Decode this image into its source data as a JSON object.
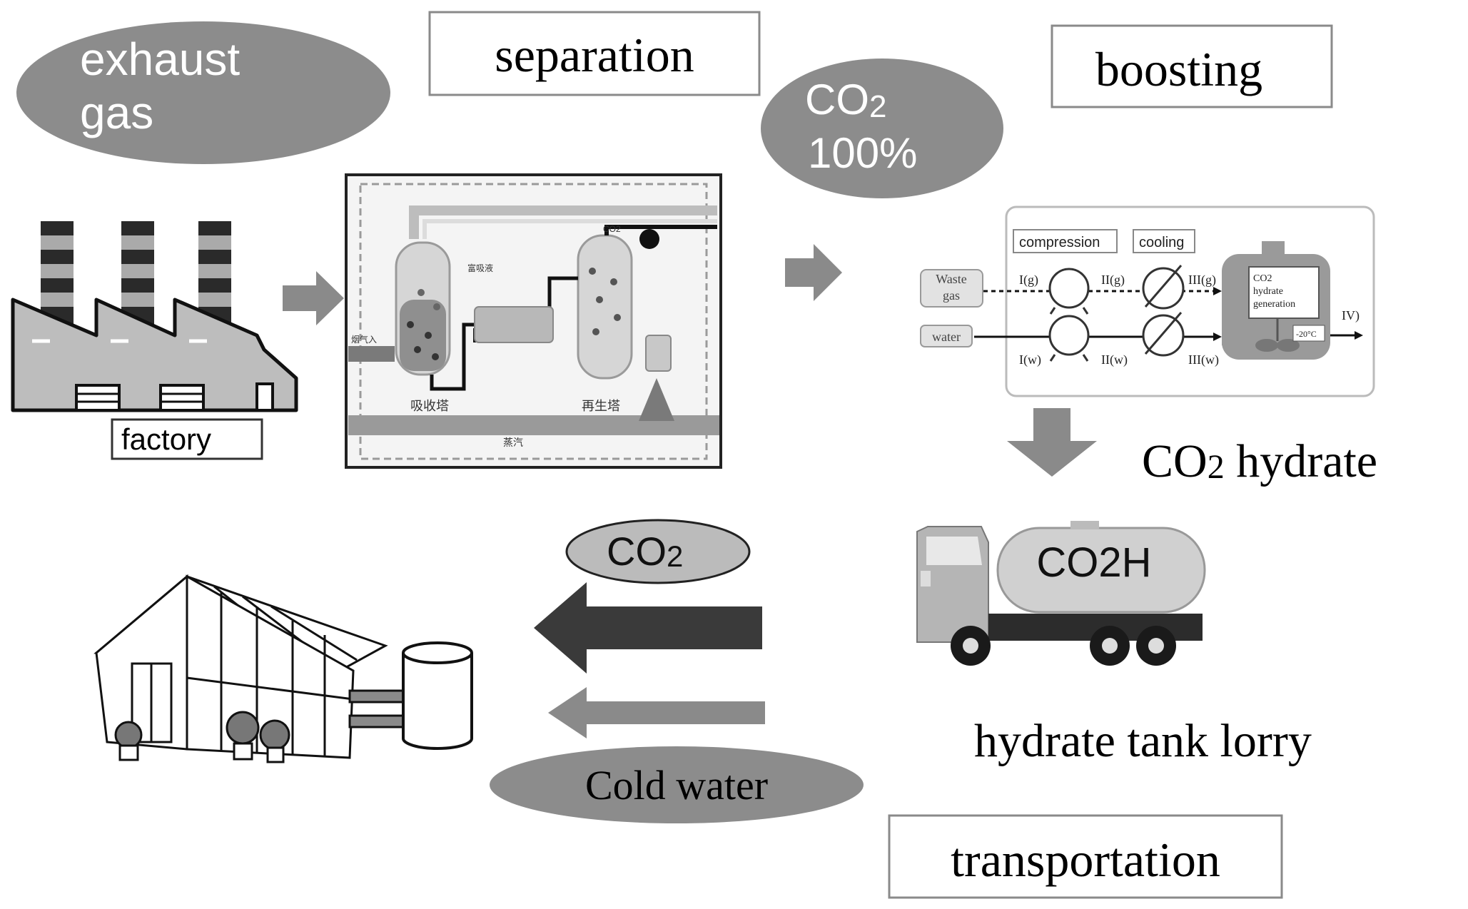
{
  "labels": {
    "exhaust_gas_line1": "exhaust",
    "exhaust_gas_line2": "gas",
    "separation": "separation",
    "co2_100_line1": "CO",
    "co2_100_sub": "2",
    "co2_100_line2": "100%",
    "boosting": "boosting",
    "factory": "factory",
    "co2_hydrate_main": "CO",
    "co2_hydrate_sub": "2",
    "co2_hydrate_rest": " hydrate",
    "tank_text": "CO2H",
    "lorry": "hydrate tank lorry",
    "transportation": "transportation",
    "co2_oval_main": "CO",
    "co2_oval_sub": "2",
    "cold_water": "Cold water"
  },
  "process_inset": {
    "compression": "compression",
    "cooling": "cooling",
    "waste_gas_line1": "Waste",
    "waste_gas_line2": "gas",
    "water": "water",
    "i_g": "I(g)",
    "ii_g": "II(g)",
    "iii_g": "III(g)",
    "i_w": "I(w)",
    "ii_w": "II(w)",
    "iii_w": "III(w)",
    "iv": "IV)",
    "gen_line1": "CO2",
    "gen_line2": "hydrate",
    "gen_line3": "generation",
    "temp": "-20°C"
  },
  "separation_inset": {
    "absorber": "吸收塔",
    "regenerator": "再生塔",
    "steam": "蒸汽",
    "co2_out": "CO2",
    "flue_in": "烟气入",
    "absorbent": "富吸液"
  },
  "colors": {
    "oval_fill": "#8c8c8c",
    "arrow_fill": "#8a8a8a",
    "arrow_dark": "#3a3a3a",
    "border_gray": "#888888"
  }
}
